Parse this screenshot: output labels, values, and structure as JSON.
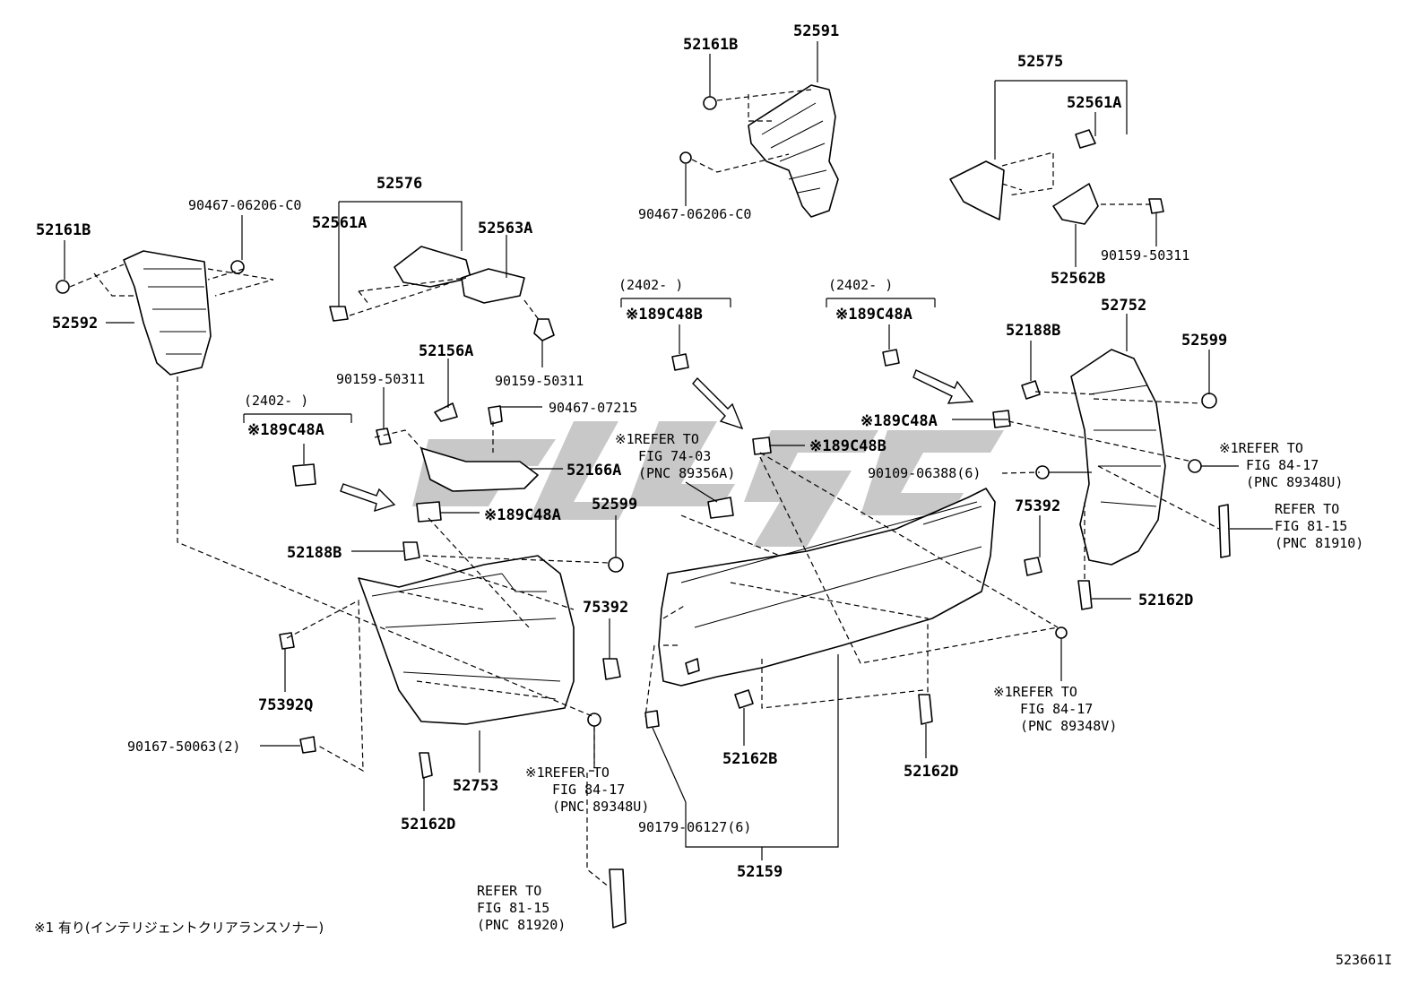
{
  "labels": {
    "p52591": "52591",
    "p52161B_top": "52161B",
    "p90467_top": "90467-06206-C0",
    "p52575": "52575",
    "p52561A_right": "52561A",
    "p90159_right": "90159-50311",
    "p52562B": "52562B",
    "p52576": "52576",
    "p90467_left": "90467-06206-C0",
    "p52161B_left": "52161B",
    "p52561A_left": "52561A",
    "p52563A": "52563A",
    "p52592": "52592",
    "p90159_mid": "90159-50311",
    "p90159_under": "90159-50311",
    "p52156A": "52156A",
    "p90467_07215": "90467-07215",
    "p52166A": "52166A",
    "date_left": "(2402-      )",
    "c89C48A_left": "※189C48A",
    "date_mid": "(2402-      )",
    "c89C48B_top": "※189C48B",
    "date_right": "(2402-      )",
    "c89C48A_top": "※189C48A",
    "c89C48A_clip": "※189C48A",
    "c89C48B_clip": "※189C48B",
    "c89C48A_right": "※189C48A",
    "p52752": "52752",
    "p52188B_right": "52188B",
    "p52599_right": "52599",
    "p90109": "90109-06388(6)",
    "p75392_right": "75392",
    "p52162D_right": "52162D",
    "p52188B_left": "52188B",
    "p52599_mid": "52599",
    "p75392_mid": "75392",
    "p75392Q": "75392Q",
    "p90167": "90167-50063(2)",
    "p52162D_left": "52162D",
    "p52753": "52753",
    "p52162B": "52162B",
    "p52162D_center": "52162D",
    "p90179": "90179-06127(6)",
    "p52159": "52159",
    "ref_74_03": [
      "※1REFER TO",
      "FIG 74-03",
      "(PNC 89356A)"
    ],
    "ref_84_17_u_right": [
      "※1REFER TO",
      "FIG 84-17",
      "(PNC 89348U)"
    ],
    "ref_81_15_right": [
      "REFER TO",
      "FIG 81-15",
      "(PNC 81910)"
    ],
    "ref_84_17_v": [
      "※1REFER TO",
      "FIG 84-17",
      "(PNC 89348V)"
    ],
    "ref_84_17_u_left": [
      "※1REFER TO",
      "FIG 84-17",
      "(PNC 89348U)"
    ],
    "ref_81_15_left": [
      "REFER TO",
      "FIG 81-15",
      "(PNC 81920)"
    ],
    "footnote": "※1  有り(インテリジェントクリアランスソナー)",
    "figure_id": "523661I"
  },
  "colors": {
    "line": "#000000",
    "background": "#ffffff",
    "watermark": "#9a9a9a"
  }
}
